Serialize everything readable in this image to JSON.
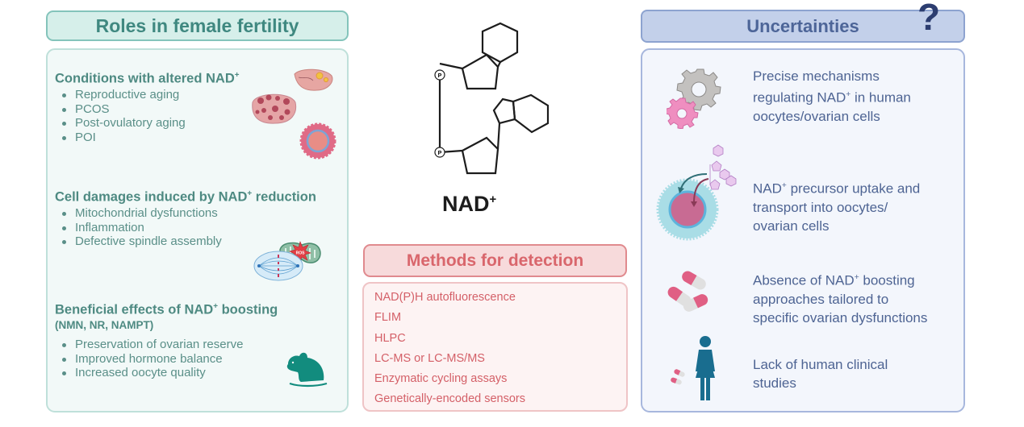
{
  "left_panel": {
    "title": "Roles in female fertility",
    "sections": [
      {
        "heading": "Conditions with altered NAD",
        "heading_sup": "+",
        "items": [
          "Reproductive aging",
          "PCOS",
          "Post-ovulatory aging",
          "POI"
        ]
      },
      {
        "heading": "Cell damages induced by NAD",
        "heading_sup": "+",
        "heading_suffix": " reduction",
        "items": [
          "Mitochondrial dysfunctions",
          "Inflammation",
          "Defective spindle assembly"
        ]
      },
      {
        "heading": "Beneficial effects of NAD",
        "heading_sup": "+",
        "heading_suffix": " boosting",
        "subheading": "(NMN, NR, NAMPT)",
        "items": [
          "Preservation of ovarian reserve",
          "Improved hormone balance",
          "Increased oocyte quality"
        ]
      }
    ],
    "icons": [
      "ovary-icon",
      "polycystic-ovary-icon",
      "follicle-icon",
      "mitochondrion-ros-icon",
      "spindle-icon",
      "mouse-icon"
    ],
    "ros_label": "ROS"
  },
  "center": {
    "molecule_label": "NAD",
    "molecule_sup": "+",
    "phosphate_label": "P",
    "methods": {
      "title": "Methods for detection",
      "items": [
        "NAD(P)H autofluorescence",
        "FLIM",
        "HLPC",
        "LC-MS or LC-MS/MS",
        "Enzymatic cycling assays",
        "Genetically-encoded sensors"
      ]
    }
  },
  "right_panel": {
    "title": "Uncertainties",
    "question_mark": "?",
    "items": [
      {
        "pre": "Precise mechanisms regulating NAD",
        "sup": "+",
        "post": " in human oocytes/ovarian cells",
        "lines": [
          "Precise mechanisms",
          "regulating NAD|+| in human",
          "oocytes/ovarian cells"
        ],
        "icon": "gears-icon"
      },
      {
        "pre": "NAD",
        "sup": "+",
        "post": " precursor uptake and transport into oocytes/ ovarian cells",
        "lines": [
          "NAD|+| precursor uptake and",
          "transport into oocytes/",
          "ovarian cells"
        ],
        "icon": "oocyte-uptake-icon"
      },
      {
        "pre": "Absence of NAD",
        "sup": "+",
        "post": " boosting approaches tailored to specific ovarian dysfunctions",
        "lines": [
          "Absence of NAD|+| boosting",
          "approaches tailored to",
          "specific ovarian dysfunctions"
        ],
        "icon": "capsules-icon"
      },
      {
        "pre": "Lack of human clinical studies",
        "sup": "",
        "post": "",
        "lines": [
          "Lack of human clinical",
          "studies"
        ],
        "icon": "woman-pills-icon"
      }
    ]
  },
  "colors": {
    "teal_accent": "#3f8880",
    "red_accent": "#d9666c",
    "blue_accent": "#4d6598"
  }
}
